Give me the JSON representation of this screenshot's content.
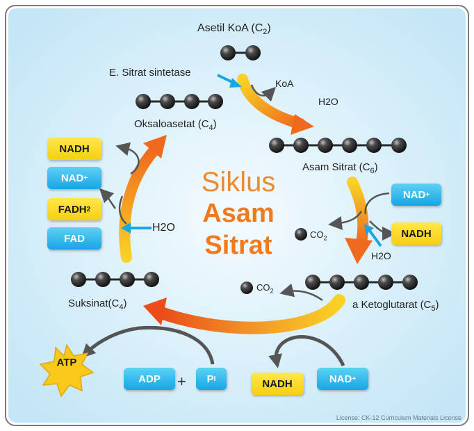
{
  "title": {
    "line1": "Siklus",
    "line2": "Asam",
    "line3": "Sitrat"
  },
  "compounds": {
    "asetil_koa": "Asetil KoA (C",
    "asetil_koa_sub": "2",
    "oksaloasetat": "Oksaloasetat (C",
    "oksaloasetat_sub": "4",
    "asam_sitrat": "Asam Sitrat (C",
    "asam_sitrat_sub": "6",
    "ketoglutarat": "a Ketoglutarat (C",
    "ketoglutarat_sub": "5",
    "suksinat": "Suksinat(C",
    "suksinat_sub": "4"
  },
  "labels": {
    "enzyme": "E. Sitrat sintetase",
    "koa": "KoA",
    "h2o_top": "H2O",
    "h2o_right": "H2O",
    "h2o_left": "H2O",
    "co2": "CO",
    "co2_sub": "2",
    "close_paren": ")"
  },
  "badges": {
    "nadh_left": "NADH",
    "nad_left": "NAD",
    "nad_left_sup": "+",
    "fadh2": "FADH",
    "fadh2_sub": "2",
    "fad": "FAD",
    "nad_right": "NAD",
    "nad_right_sup": "+",
    "nadh_right": "NADH",
    "atp": "ATP",
    "adp": "ADP",
    "plus": "+",
    "pi": "P",
    "pi_sub": "I",
    "nadh_bottom": "NADH",
    "nad_bottom": "NAD",
    "nad_bottom_sup": "+"
  },
  "license": "License: CK-12 Curriculum Materials License",
  "colors": {
    "background_panel": "#d6eef9",
    "cycle_orange": "#f06a1e",
    "cycle_yellow": "#f9d225",
    "badge_blue": "#16a6e3",
    "badge_yellow": "#f7cf12",
    "atp_star": "#f8c81a",
    "molecule": "#2a2a2a",
    "arrow_gray": "#555555",
    "title_orange": "#f07a1c"
  },
  "icons": [
    "molecule-ball-icon",
    "curved-arrow-icon",
    "blue-arrow-icon",
    "atp-star-icon"
  ]
}
